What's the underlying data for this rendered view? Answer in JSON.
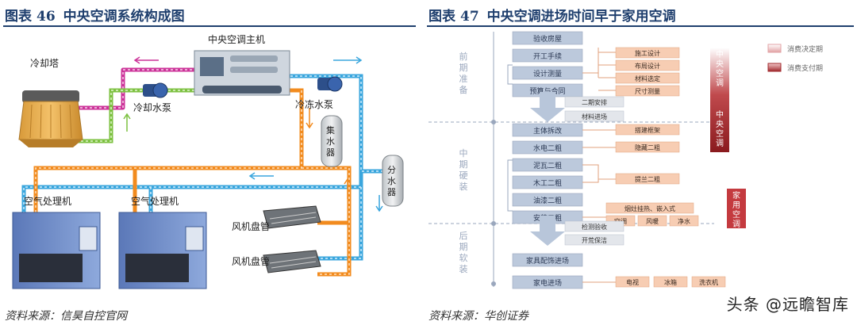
{
  "left": {
    "title_label": "图表",
    "title_num": "46",
    "title_text": "中央空调系统构成图",
    "source": "资料来源：信昊自控官网",
    "labels": {
      "cooling_tower": "冷却塔",
      "main_unit": "中央空调主机",
      "cooling_pump": "冷却水泵",
      "chilled_pump": "冷冻水泵",
      "collector": "集水器",
      "distributor": "分水器",
      "ahu_1": "空气处理机",
      "ahu_2": "空气处理机",
      "fcu_1": "风机盘管",
      "fcu_2": "风机盘管"
    }
  },
  "right": {
    "title_label": "图表",
    "title_num": "47",
    "title_text": "中央空调进场时间早于家用空调",
    "source": "资料来源：华创证券",
    "phases": [
      "前期准备",
      "中期硬装",
      "后期软装"
    ],
    "steps": [
      "验收房屋",
      "开工手续",
      "设计测量",
      "预算与合同",
      "主体拆改",
      "水电二粗",
      "泥瓦二粗",
      "木工二粗",
      "油漆二粗",
      "安装二粗",
      "家具配饰进场",
      "家电进场"
    ],
    "step_subs": {
      "design": [
        "施工设计",
        "布局设计",
        "材料选定",
        "尺寸测量"
      ],
      "after_budget": [
        "二期安排",
        "材料进场"
      ],
      "demolition": "搭建框架",
      "plumbing": "隐藏二粗",
      "carpentry": "提兰二粗",
      "install_top": "烟灶挂热、嵌入式",
      "install_items": [
        "空调",
        "风暖",
        "净水"
      ],
      "after_install": [
        "检测验收",
        "开荒保洁"
      ],
      "appliances": [
        "电视",
        "冰箱",
        "洗衣机"
      ]
    },
    "bars": {
      "central_ac": "中央空调",
      "home_ac": "家用空调"
    },
    "legend": [
      "消费决定期",
      "消费支付期"
    ]
  },
  "watermark": "头条 @远瞻智库",
  "colors": {
    "title": "#1f3f6e",
    "step_box": "#bcc9dc",
    "sub_box": "#f7cdb3",
    "phase_text": "#9aa7bd",
    "bar_red": "#a0282c",
    "pipe_pink": "#cc3399",
    "pipe_green": "#7dc141",
    "pipe_orange": "#f28b1e",
    "pipe_blue": "#3aa6dd"
  }
}
